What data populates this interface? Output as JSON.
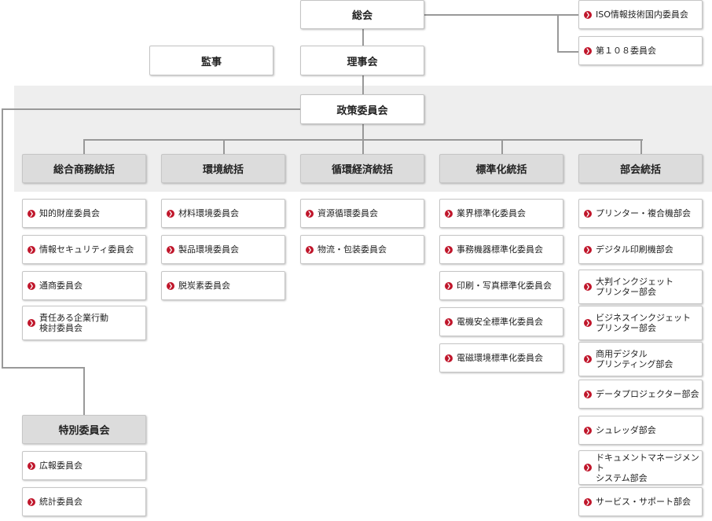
{
  "top": {
    "general_meeting": "総会",
    "auditor": "監事",
    "board": "理事会",
    "policy_committee": "政策委員会"
  },
  "side_committees": [
    "ISO情報技術国内委員会",
    "第１０８委員会"
  ],
  "divisions": [
    {
      "label": "総合商務統括",
      "items": [
        "知的財産委員会",
        "情報セキュリティ委員会",
        "通商委員会",
        "責任ある企業行動\n検討委員会"
      ]
    },
    {
      "label": "環境統括",
      "items": [
        "材料環境委員会",
        "製品環境委員会",
        "脱炭素委員会"
      ]
    },
    {
      "label": "循環経済統括",
      "items": [
        "資源循環委員会",
        "物流・包装委員会"
      ]
    },
    {
      "label": "標準化統括",
      "items": [
        "業界標準化委員会",
        "事務機器標準化委員会",
        "印刷・写真標準化委員会",
        "電機安全標準化委員会",
        "電磁環境標準化委員会"
      ]
    },
    {
      "label": "部会統括",
      "items": [
        "プリンター・複合機部会",
        "デジタル印刷機部会",
        "大判インクジェット\nプリンター部会",
        "ビジネスインクジェット\nプリンター部会",
        "商用デジタル\nプリンティング部会",
        "データプロジェクター部会",
        "シュレッダ部会",
        "ドキュメントマネージメント\nシステム部会",
        "サービス・サポート部会"
      ]
    }
  ],
  "special": {
    "label": "特別委員会",
    "items": [
      "広報委員会",
      "統計委員会"
    ]
  },
  "colors": {
    "bullet": "#c0162b",
    "header_fill": "#dcdcdc",
    "band": "#eeeeee",
    "connector": "#999999"
  },
  "icons": {
    "bullet": "chevron-right-icon"
  }
}
